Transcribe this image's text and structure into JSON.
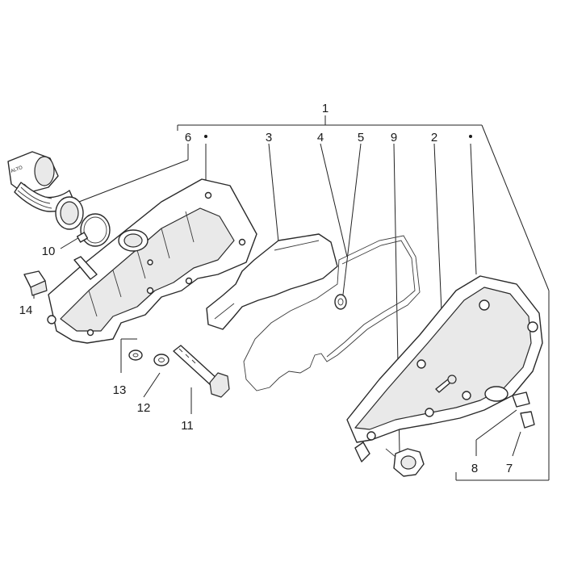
{
  "diagram": {
    "callouts": [
      {
        "id": "c1",
        "label": "1"
      },
      {
        "id": "c2",
        "label": "2"
      },
      {
        "id": "c3",
        "label": "3"
      },
      {
        "id": "c4",
        "label": "4"
      },
      {
        "id": "c5",
        "label": "5"
      },
      {
        "id": "c6",
        "label": "6"
      },
      {
        "id": "c7",
        "label": "7"
      },
      {
        "id": "c8",
        "label": "8"
      },
      {
        "id": "c9",
        "label": "9"
      },
      {
        "id": "c10",
        "label": "10"
      },
      {
        "id": "c11",
        "label": "11"
      },
      {
        "id": "c12",
        "label": "12"
      },
      {
        "id": "c13",
        "label": "13"
      },
      {
        "id": "c14",
        "label": "14"
      }
    ],
    "hose_marking": "ALTO"
  }
}
